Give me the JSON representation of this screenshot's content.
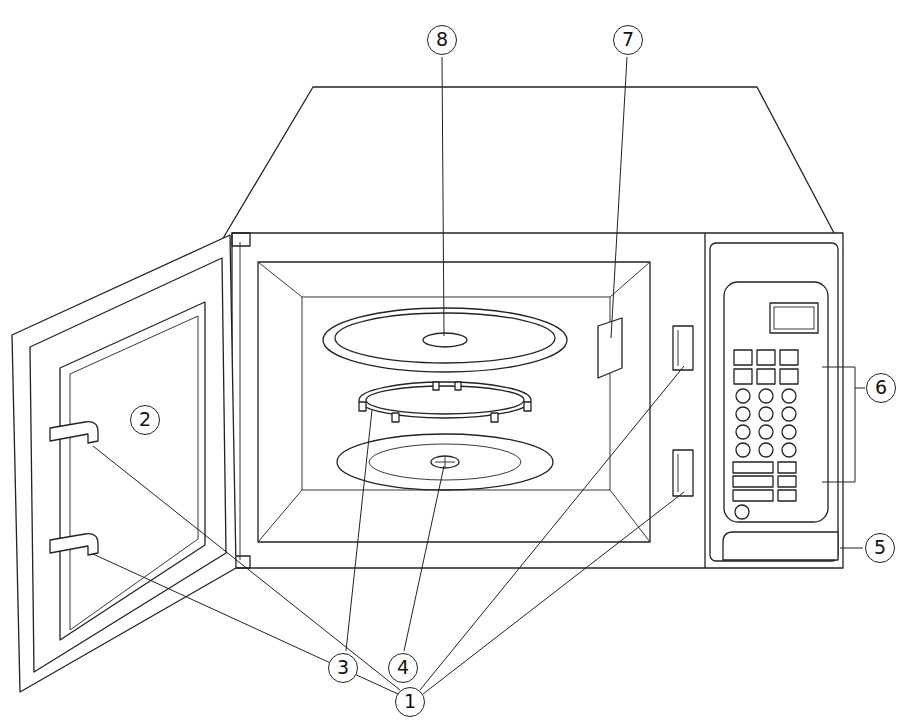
{
  "diagram": {
    "labels": [
      "8",
      "7",
      "2",
      "6",
      "5",
      "3",
      "4",
      "1"
    ]
  }
}
